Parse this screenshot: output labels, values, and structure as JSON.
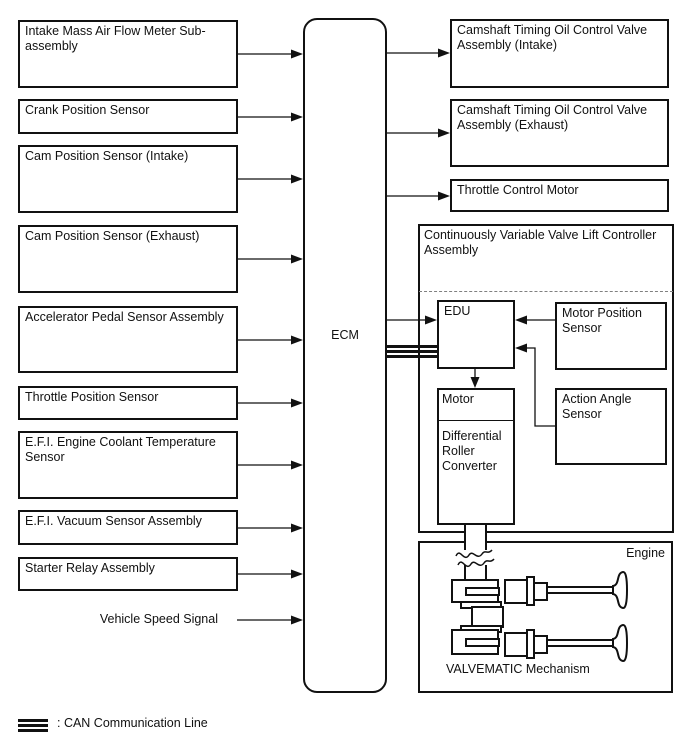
{
  "diagram": {
    "left_inputs": [
      {
        "label": "Intake Mass Air Flow Meter Sub-assembly"
      },
      {
        "label": "Crank Position Sensor"
      },
      {
        "label": "Cam Position Sensor (Intake)"
      },
      {
        "label": "Cam Position Sensor (Exhaust)"
      },
      {
        "label": "Accelerator Pedal Sensor Assembly"
      },
      {
        "label": "Throttle Position Sensor"
      },
      {
        "label": "E.F.I. Engine Coolant Temperature Sensor"
      },
      {
        "label": "E.F.I. Vacuum Sensor Assembly"
      },
      {
        "label": "Starter Relay Assembly"
      }
    ],
    "unboxed_input": {
      "label": "Vehicle Speed Signal"
    },
    "ecm": {
      "label": "ECM"
    },
    "right_outputs": [
      {
        "label": "Camshaft Timing Oil Control Valve Assembly (Intake)"
      },
      {
        "label": "Camshaft Timing Oil Control Valve Assembly (Exhaust)"
      },
      {
        "label": "Throttle Control Motor"
      }
    ],
    "cvvl": {
      "title": "Continuously Variable Valve Lift Controller Assembly",
      "edu_label": "EDU",
      "motor_position_sensor_label": "Motor Position Sensor",
      "motor_label": "Motor",
      "differential_roller_converter_label": "Differential Roller Converter",
      "action_angle_sensor_label": "Action Angle Sensor"
    },
    "engine": {
      "label": "Engine",
      "mechanism_label": "VALVEMATIC Mechanism"
    },
    "legend": {
      "can_line_label": ": CAN Communication Line"
    },
    "colors": {
      "line": "#111111",
      "background": "#ffffff",
      "dashed_separator": "#808080"
    }
  }
}
